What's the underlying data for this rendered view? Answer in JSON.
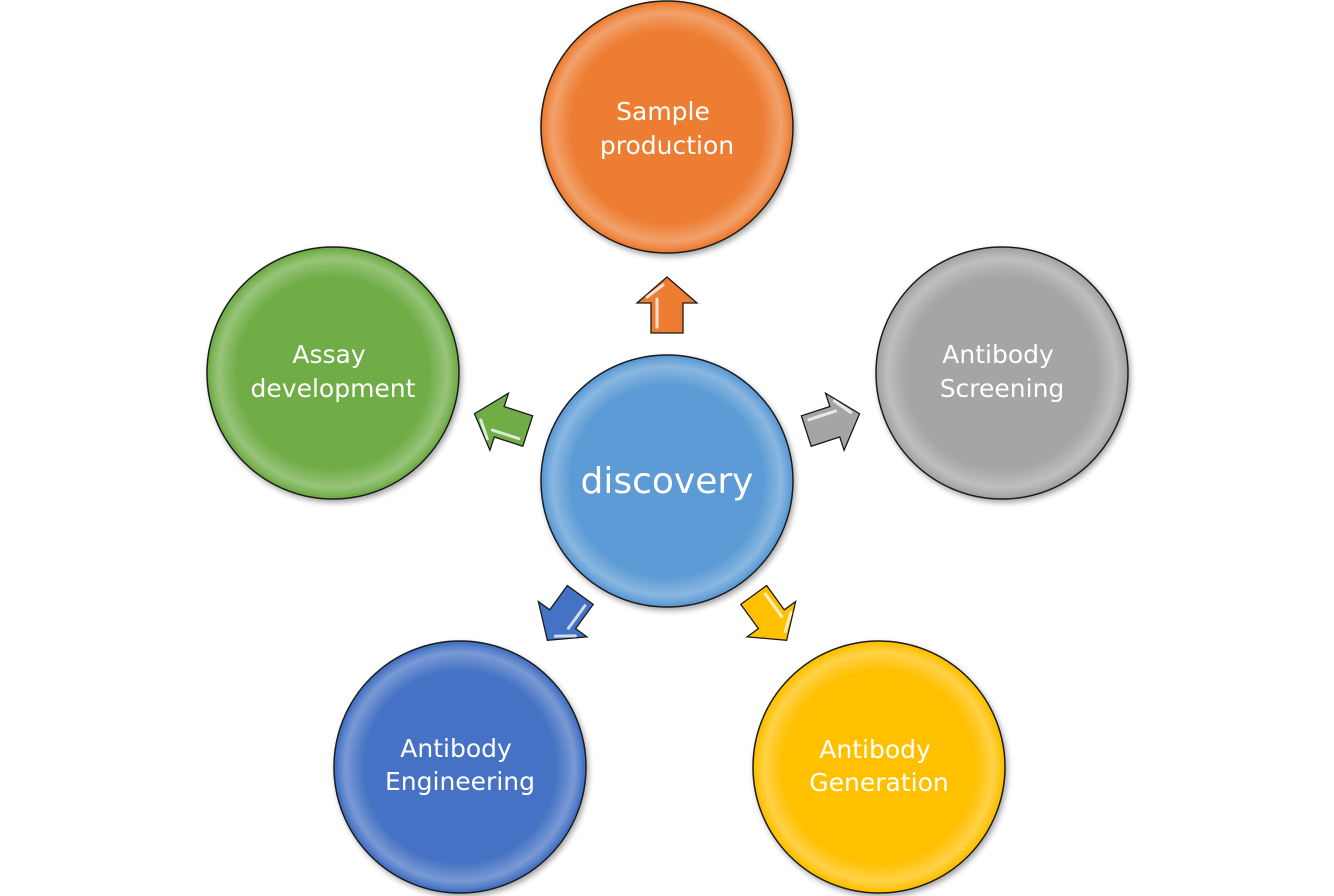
{
  "center": {
    "label": "discovery",
    "color": "#5B9BD5"
  },
  "nodes": [
    {
      "id": "sample-production",
      "lines": [
        "Sample",
        "production"
      ],
      "color": "#ED7D31"
    },
    {
      "id": "antibody-screening",
      "lines": [
        "Antibody",
        "Screening"
      ],
      "color": "#A5A5A5"
    },
    {
      "id": "antibody-generation",
      "lines": [
        "Antibody",
        "Generation"
      ],
      "color": "#FFC000"
    },
    {
      "id": "antibody-engineering",
      "lines": [
        "Antibody",
        "Engineering"
      ],
      "color": "#4472C4"
    },
    {
      "id": "assay-development",
      "lines": [
        "Assay",
        "development"
      ],
      "color": "#70AD47"
    }
  ],
  "arrows": [
    {
      "target": "sample-production",
      "color": "#ED7D31"
    },
    {
      "target": "antibody-screening",
      "color": "#A5A5A5"
    },
    {
      "target": "antibody-generation",
      "color": "#FFC000"
    },
    {
      "target": "antibody-engineering",
      "color": "#4472C4"
    },
    {
      "target": "assay-development",
      "color": "#70AD47"
    }
  ]
}
